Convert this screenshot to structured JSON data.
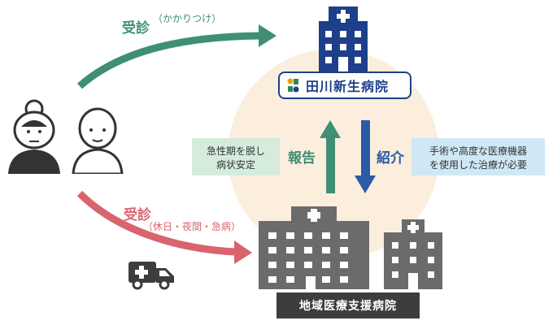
{
  "flows": {
    "visit_regular": {
      "label": "受診",
      "sub": "（かかりつけ）"
    },
    "visit_emergency": {
      "label": "受診",
      "sub": "（休日・夜間・急病）"
    },
    "report": {
      "label": "報告"
    },
    "referral": {
      "label": "紹介"
    }
  },
  "notes": {
    "report_reason": [
      "急性期を脱し",
      "病状安定"
    ],
    "referral_reason": [
      "手術や高度な医療機器",
      "を使用した治療が必要"
    ]
  },
  "hospital": {
    "name": "田川新生病院"
  },
  "regional": {
    "name": "地域医療支援病院"
  },
  "colors": {
    "green": "#3f8f75",
    "red": "#d9646e",
    "navy": "#1e3f8a",
    "blue_arrow": "#2a5aa8",
    "gray_building": "#6b6b6b",
    "circle_bg": "#fbeedd",
    "note_green_bg": "#d5ecdc",
    "note_blue_bg": "#cfe8f6"
  },
  "icons": [
    "hospital-building-icon",
    "patient-woman-icon",
    "patient-man-icon",
    "ambulance-icon",
    "clinic-building-icon"
  ]
}
